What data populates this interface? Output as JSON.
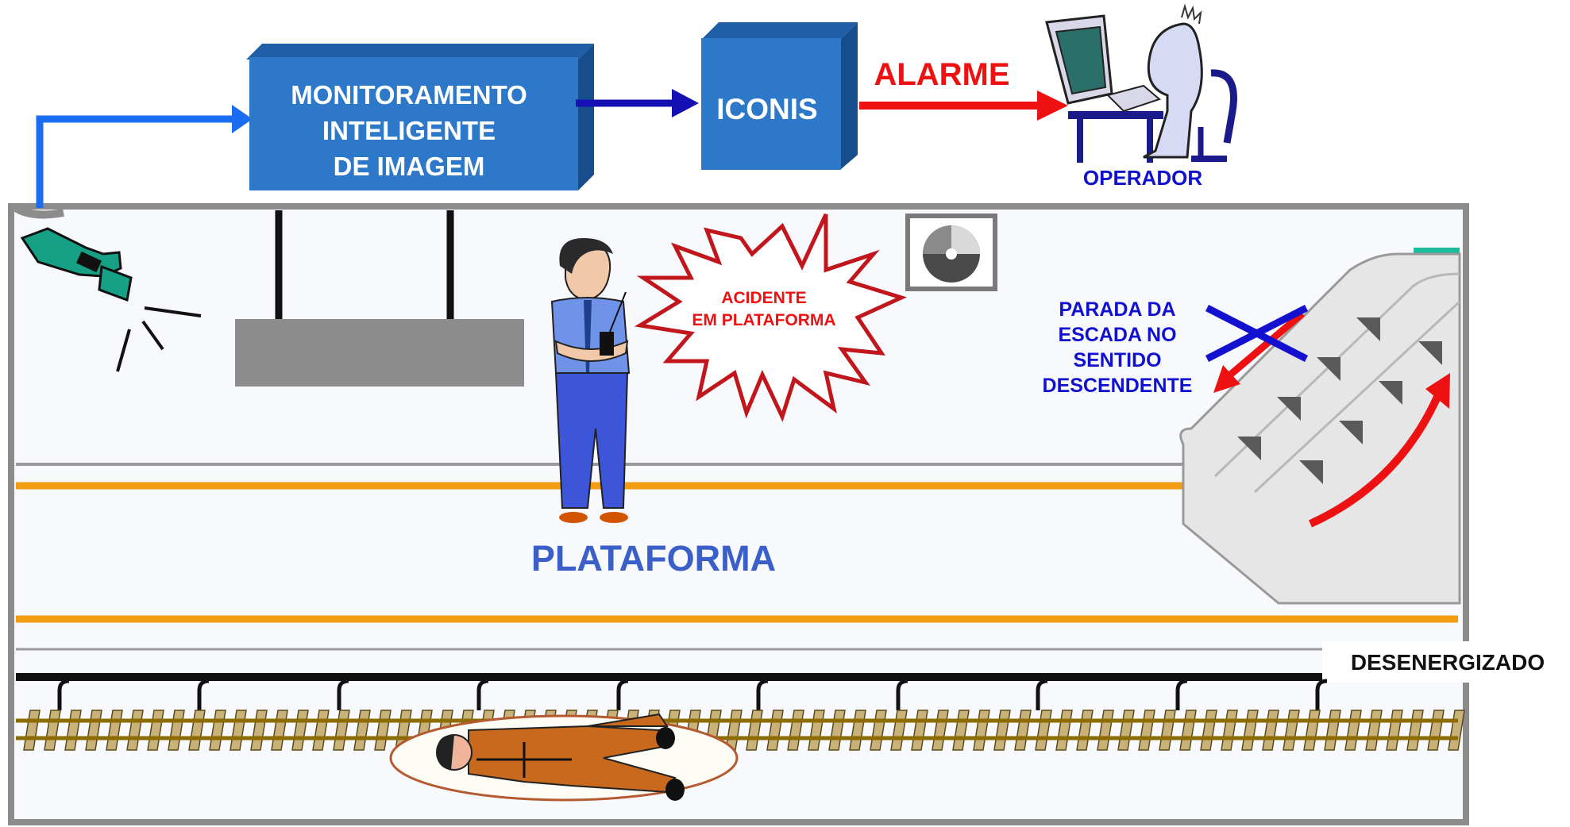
{
  "flow": {
    "monitor_box": {
      "line1": "MONITORAMENTO",
      "line2": "INTELIGENTE",
      "line3": "DE IMAGEM"
    },
    "iconis_box": {
      "label": "ICONIS"
    },
    "alarm_label": "ALARME",
    "operator_label": "OPERADOR"
  },
  "station": {
    "accident_burst": {
      "line1": "ACIDENTE",
      "line2": "EM PLATAFORMA"
    },
    "escalator_note": {
      "line1": "PARADA DA",
      "line2": "ESCADA NO",
      "line3": "SENTIDO",
      "line4": "DESCENDENTE"
    },
    "platform_label": "PLATAFORMA",
    "track_status": "DESENERGIZADO"
  },
  "colors": {
    "box_blue": "#2d78c8",
    "box_top": "#1f5fa8",
    "arrow_dark_blue": "#1410b4",
    "arrow_light_blue": "#1a6cf0",
    "alarm_red": "#ee1111",
    "platform_text": "#3a5fc8",
    "note_blue": "#1010d0",
    "orange_line": "#f39c12",
    "frame_gray": "#8c8c8c"
  },
  "icons": [
    "security-camera-icon",
    "operator-at-computer-icon",
    "security-guard-icon",
    "disc-icon",
    "escalator-icon",
    "injured-person-icon"
  ]
}
